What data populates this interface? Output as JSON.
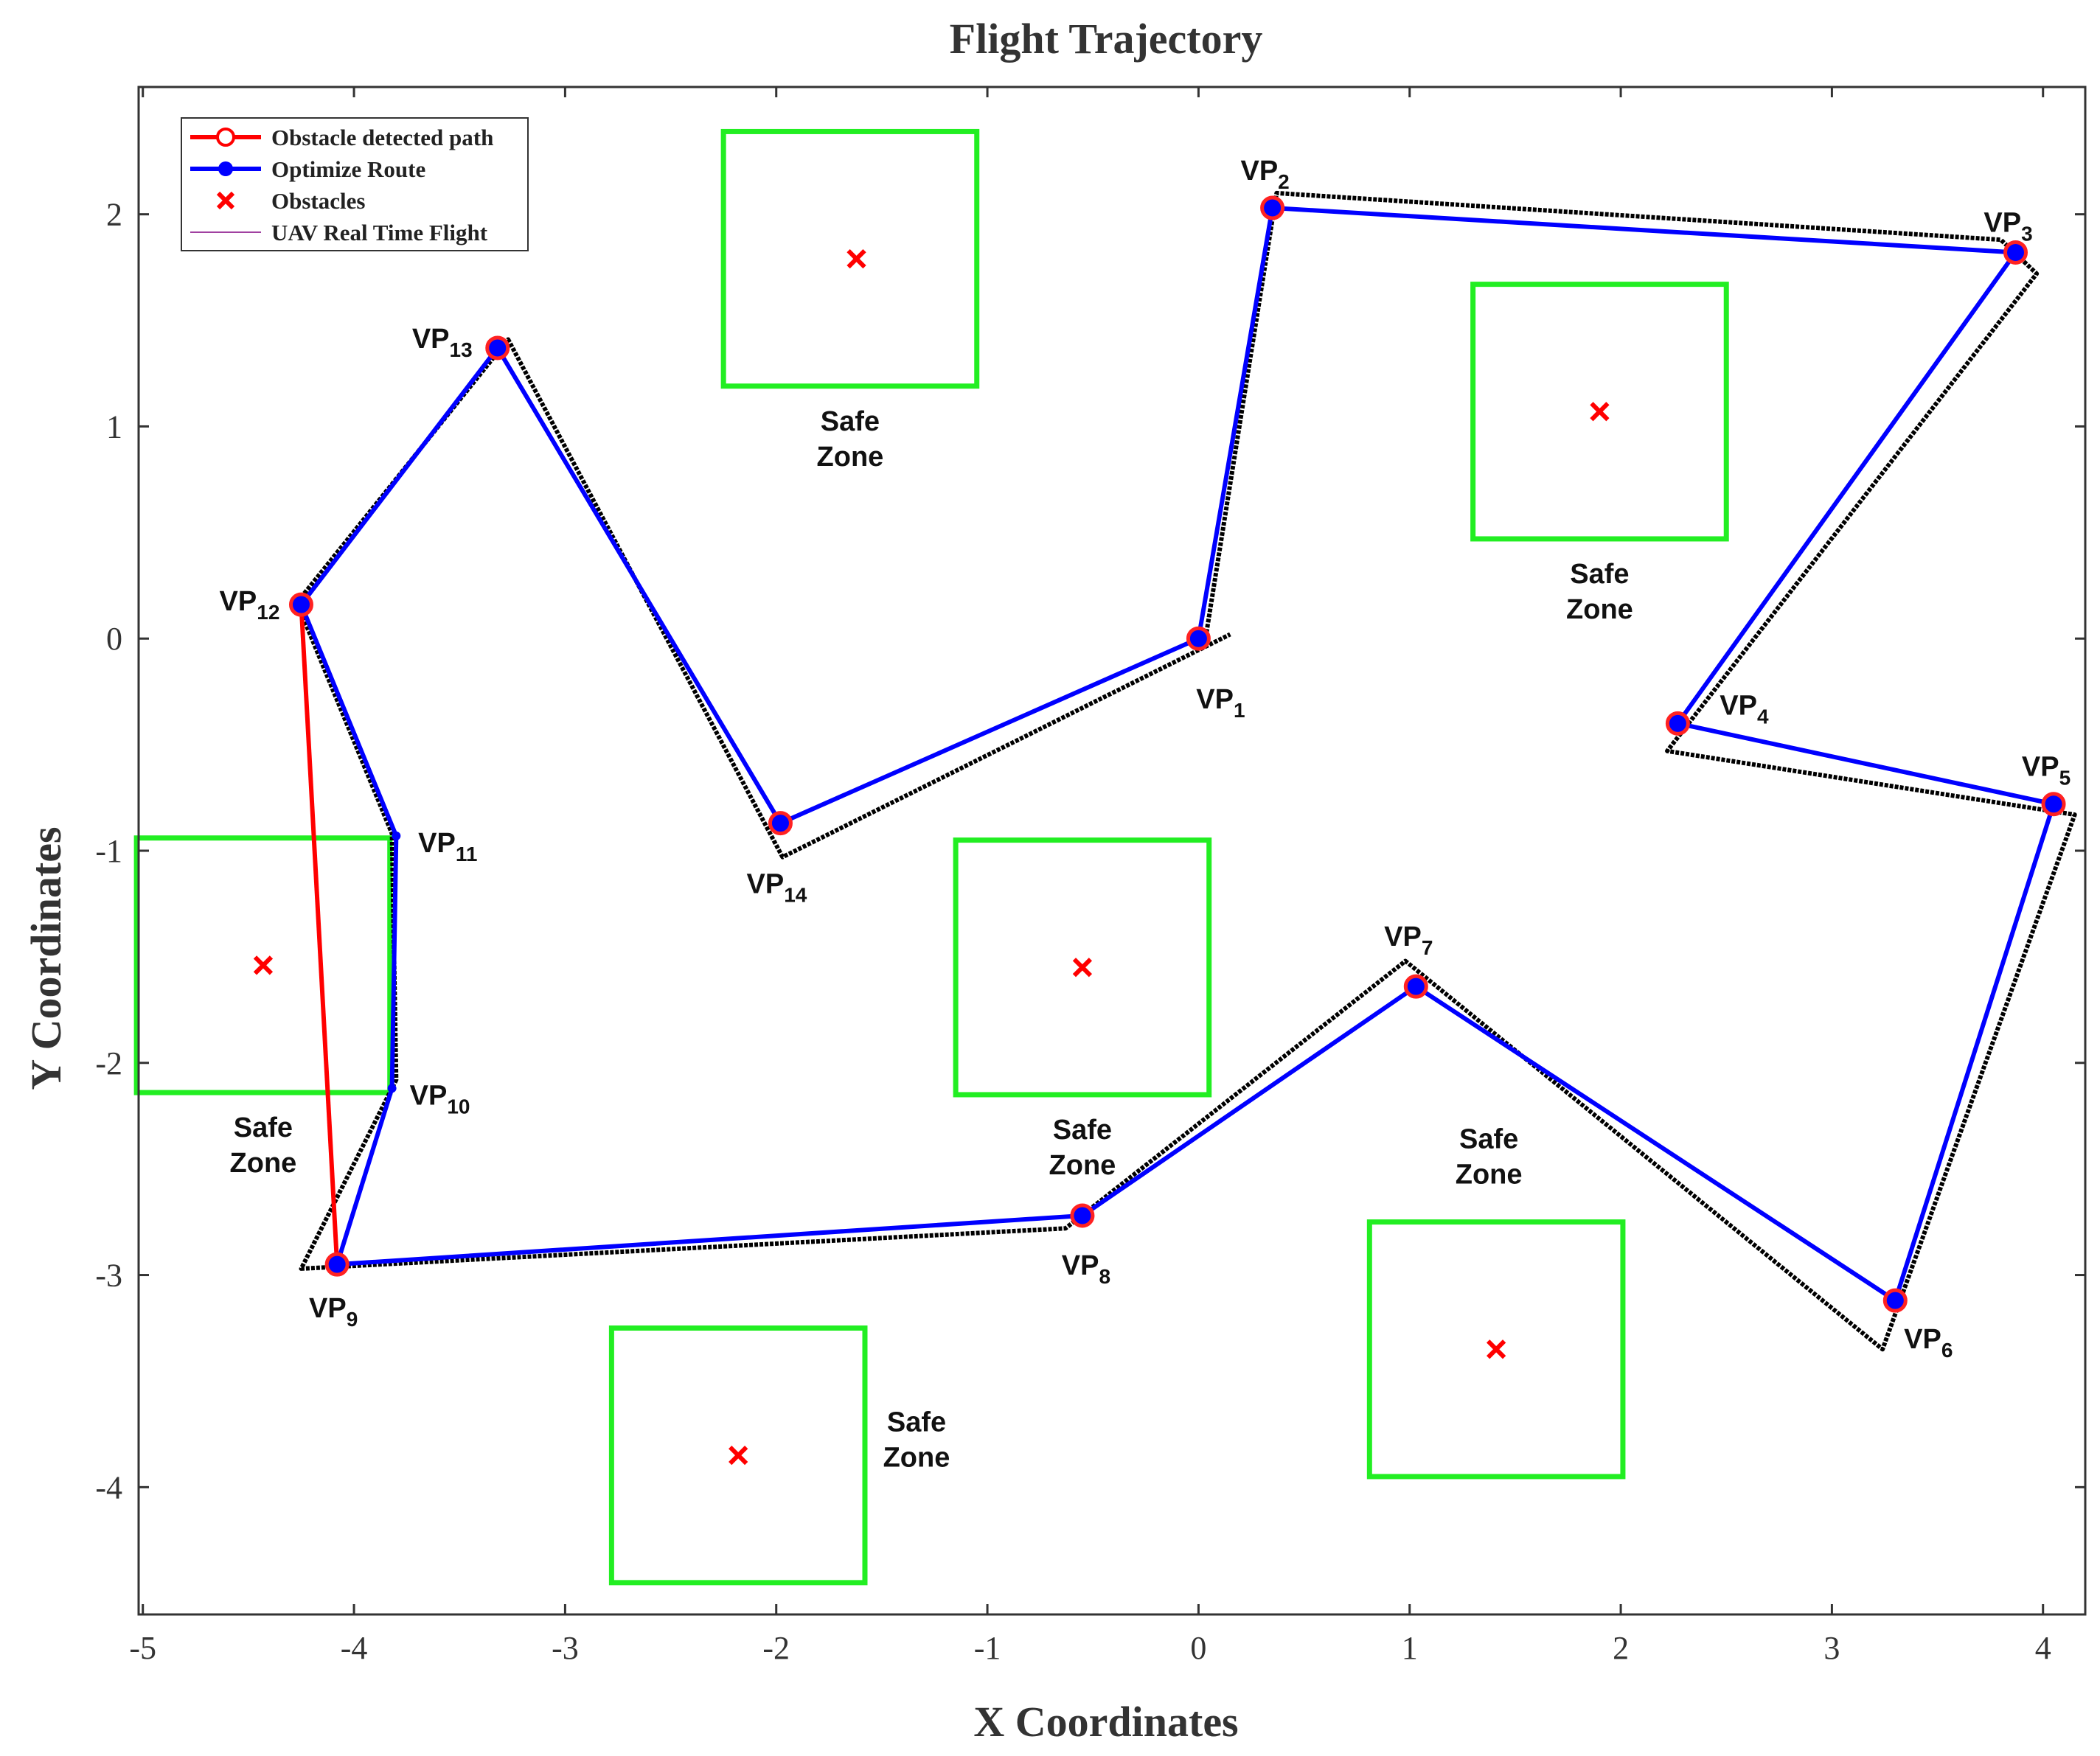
{
  "chart_data": {
    "type": "line",
    "title": "Flight Trajectory",
    "xlabel": "X Coordinates",
    "ylabel": "Y Coordinates",
    "xlim": [
      -5.02,
      4.2
    ],
    "ylim": [
      -4.6,
      2.6
    ],
    "xticks": [
      -5,
      -4,
      -3,
      -2,
      -1,
      0,
      1,
      2,
      3,
      4
    ],
    "yticks": [
      -4,
      -3,
      -2,
      -1,
      0,
      1,
      2
    ],
    "grid": false,
    "legend_position": "top-left",
    "legend": [
      {
        "label": "Obstacle detected path",
        "color": "#ff0000",
        "marker": "circle"
      },
      {
        "label": "Optimize Route",
        "color": "#0000ff",
        "marker": "asterisk"
      },
      {
        "label": "Obstacles",
        "color": "#ff0000",
        "marker": "x"
      },
      {
        "label": "UAV Real Time Flight",
        "color": "#a040a0",
        "marker": "line"
      }
    ],
    "waypoints": [
      {
        "name": "VP",
        "sub": "1",
        "x": 0.0,
        "y": 0.0
      },
      {
        "name": "VP",
        "sub": "2",
        "x": 0.35,
        "y": 2.03
      },
      {
        "name": "VP",
        "sub": "3",
        "x": 3.87,
        "y": 1.82
      },
      {
        "name": "VP",
        "sub": "4",
        "x": 2.27,
        "y": -0.4
      },
      {
        "name": "VP",
        "sub": "5",
        "x": 4.05,
        "y": -0.78
      },
      {
        "name": "VP",
        "sub": "6",
        "x": 3.3,
        "y": -3.12
      },
      {
        "name": "VP",
        "sub": "7",
        "x": 1.03,
        "y": -1.64
      },
      {
        "name": "VP",
        "sub": "8",
        "x": -0.55,
        "y": -2.72
      },
      {
        "name": "VP",
        "sub": "9",
        "x": -4.08,
        "y": -2.95
      },
      {
        "name": "VP",
        "sub": "10",
        "x": -3.82,
        "y": -2.12
      },
      {
        "name": "VP",
        "sub": "11",
        "x": -3.8,
        "y": -0.93
      },
      {
        "name": "VP",
        "sub": "12",
        "x": -4.25,
        "y": 0.16
      },
      {
        "name": "VP",
        "sub": "13",
        "x": -3.32,
        "y": 1.37
      },
      {
        "name": "VP",
        "sub": "14",
        "x": -1.98,
        "y": -0.87
      }
    ],
    "series": [
      {
        "name": "Optimize Route",
        "color": "#0000ff",
        "order": [
          0,
          1,
          2,
          3,
          4,
          5,
          6,
          7,
          8,
          9,
          10,
          11,
          12,
          13,
          0
        ]
      },
      {
        "name": "Obstacle detected path",
        "color": "#ff0000",
        "points": [
          [
            -4.25,
            0.16
          ],
          [
            -4.08,
            -2.95
          ]
        ]
      },
      {
        "name": "UAV Real Time Flight",
        "color": "#000000",
        "points": [
          [
            0.03,
            -0.02
          ],
          [
            0.37,
            2.1
          ],
          [
            3.8,
            1.88
          ],
          [
            3.97,
            1.72
          ],
          [
            2.22,
            -0.53
          ],
          [
            4.15,
            -0.83
          ],
          [
            3.24,
            -3.35
          ],
          [
            0.98,
            -1.52
          ],
          [
            -0.63,
            -2.78
          ],
          [
            -4.25,
            -2.97
          ],
          [
            -3.8,
            -2.08
          ],
          [
            -3.82,
            -0.92
          ],
          [
            -4.27,
            0.17
          ],
          [
            -3.27,
            1.41
          ],
          [
            -1.97,
            -1.03
          ],
          [
            0.15,
            0.02
          ]
        ]
      }
    ],
    "obstacles": [
      {
        "x": -1.62,
        "y": 1.79,
        "zone": [
          -2.25,
          -1.05,
          1.19,
          2.39
        ],
        "label": [
          "Safe",
          "Zone"
        ]
      },
      {
        "x": 1.9,
        "y": 1.07,
        "zone": [
          1.3,
          2.5,
          0.47,
          1.67
        ],
        "label": [
          "Safe",
          "Zone"
        ]
      },
      {
        "x": -4.43,
        "y": -1.54,
        "zone": [
          -5.03,
          -3.83,
          -2.14,
          -0.94
        ],
        "label": [
          "Safe",
          "Zone"
        ]
      },
      {
        "x": -0.55,
        "y": -1.55,
        "zone": [
          -1.15,
          0.05,
          -2.15,
          -0.95
        ],
        "label": [
          "Safe",
          "Zone"
        ]
      },
      {
        "x": 1.41,
        "y": -3.35,
        "zone": [
          0.81,
          2.01,
          -3.95,
          -2.75
        ],
        "label": [
          "Safe",
          "Zone"
        ]
      },
      {
        "x": -2.18,
        "y": -3.85,
        "zone": [
          -2.78,
          -1.58,
          -4.45,
          -3.25
        ],
        "label": [
          "Safe",
          "Zone"
        ]
      }
    ]
  }
}
